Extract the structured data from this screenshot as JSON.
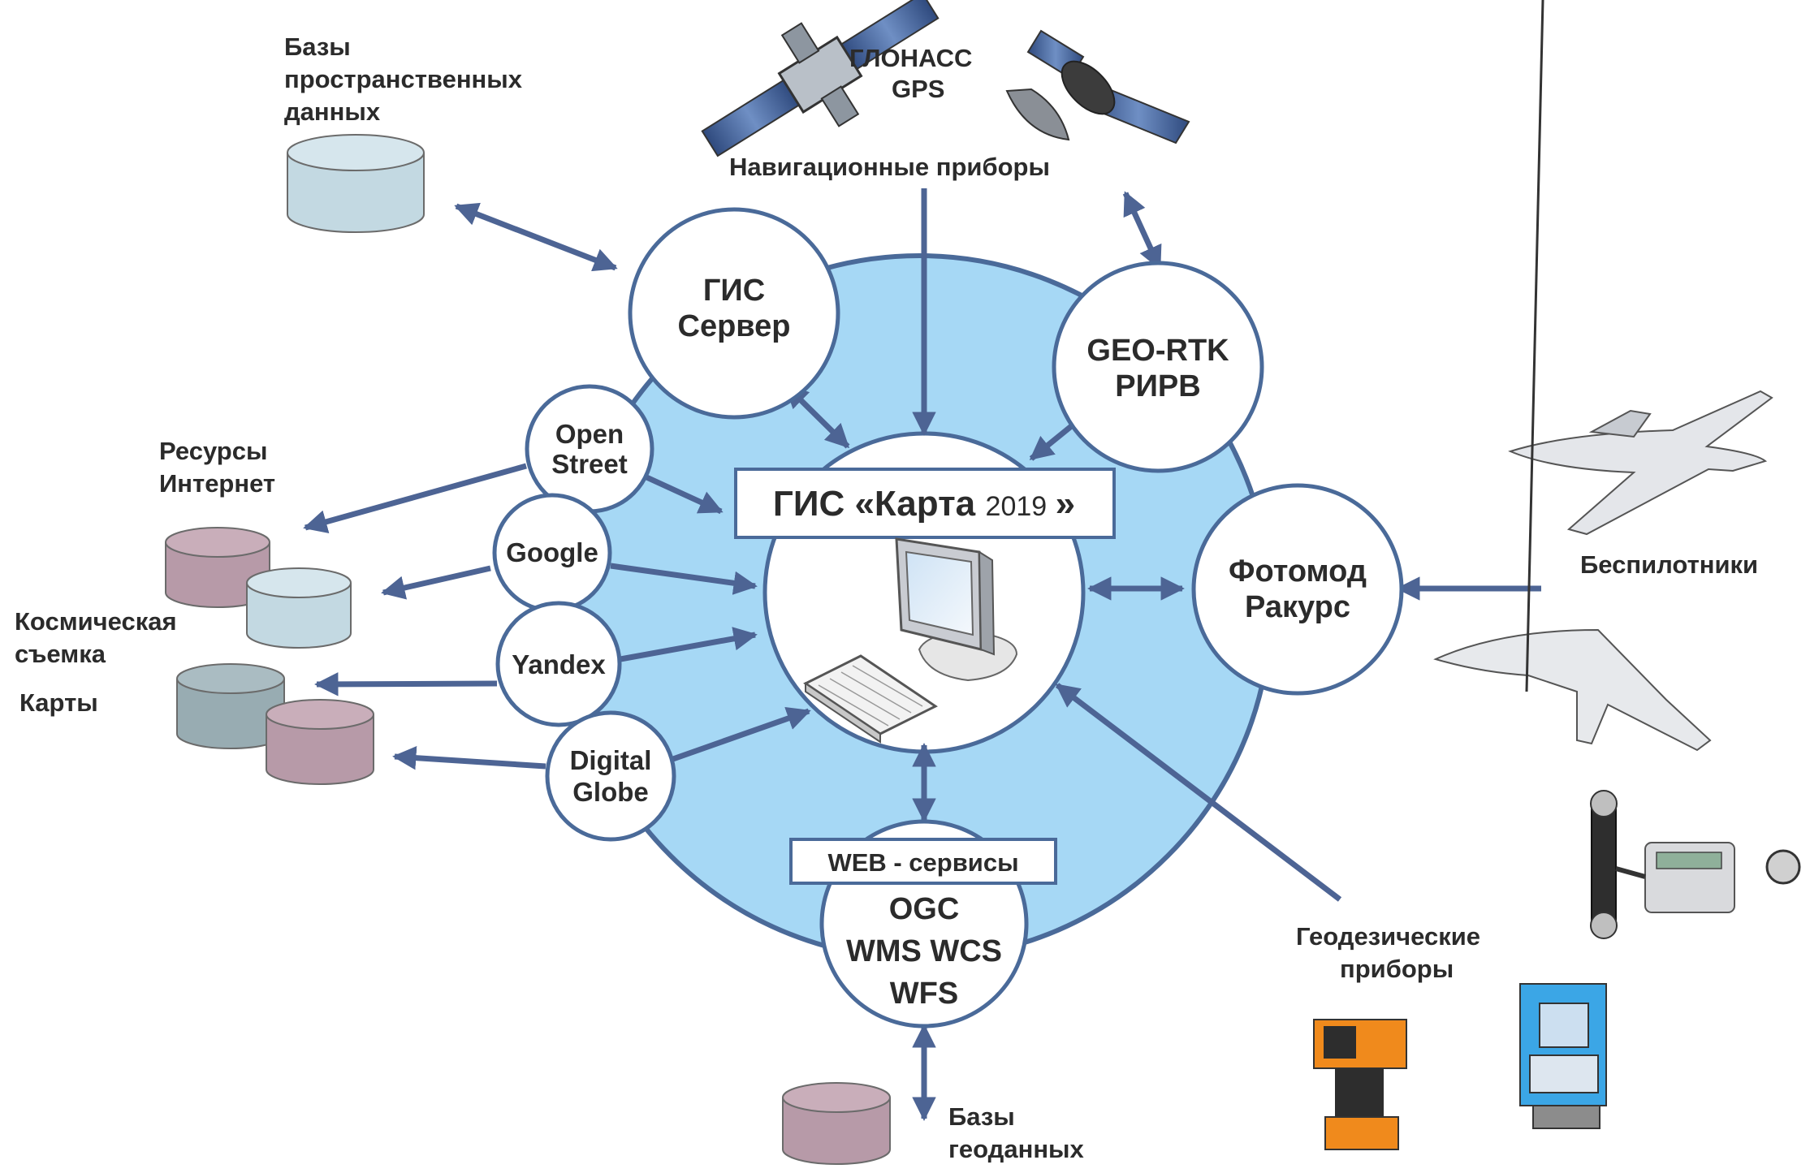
{
  "labels": {
    "spatial_db": [
      "Базы",
      "пространственных",
      "данных"
    ],
    "glonass": "ГЛОНАСС",
    "gps": "GPS",
    "nav_devices": "Навигационные приборы",
    "internet_resources": [
      "Ресурсы",
      "Интернет"
    ],
    "space_imaging": [
      "Космическая",
      "съемка"
    ],
    "maps": "Карты",
    "drones": "Беспилотники",
    "geodetic_devices": [
      "Геодезические",
      "приборы"
    ],
    "geodata_db": [
      "Базы",
      "геоданных"
    ]
  },
  "nodes": {
    "gis_server": [
      "ГИС",
      "Сервер"
    ],
    "geo_rtk": [
      "GEO-RTK",
      "РИРВ"
    ],
    "fotomod": [
      "Фотомод",
      "Ракурс"
    ],
    "ogc": [
      "OGC",
      "WMS WCS",
      "WFS"
    ],
    "open_street": [
      "Open",
      "Street"
    ],
    "google": "Google",
    "yandex": "Yandex",
    "digital_globe": [
      "Digital",
      "Globe"
    ]
  },
  "center": {
    "title_prefix": "ГИС «Карта",
    "title_year": "2019",
    "title_suffix": "»"
  },
  "web_services": "WEB - сервисы",
  "colors": {
    "ring_fill": "#a6d8f5",
    "ring_stroke": "#4a6a99",
    "arrow": "#4d6494",
    "cyl_blue": "#c3d9e2",
    "cyl_mauve": "#b79aa8",
    "cyl_slate": "#98acb2"
  },
  "icons": [
    "satellite-icon",
    "satellite-dish-icon",
    "computer-icon",
    "drone-icon",
    "flying-wing-drone-icon",
    "gps-receiver-icon",
    "theodolite-icon",
    "total-station-icon"
  ]
}
